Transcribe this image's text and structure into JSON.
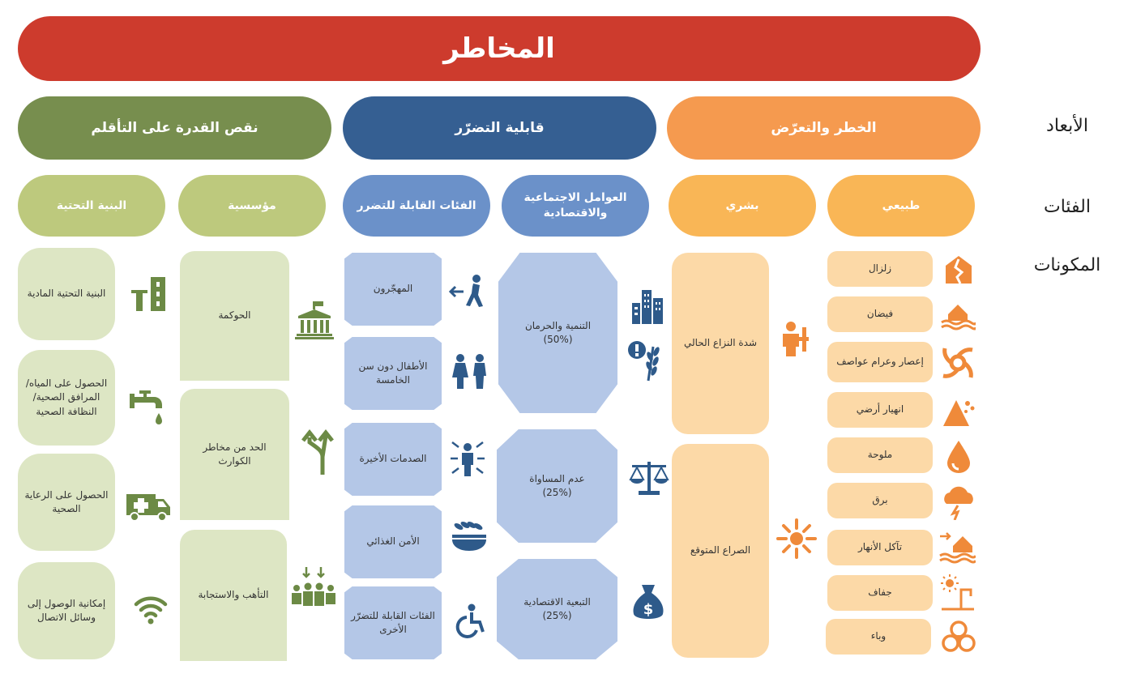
{
  "title": "المخاطر",
  "row_labels": {
    "dimensions": "الأبعاد",
    "categories": "الفئات",
    "components": "المكونات"
  },
  "dimensions": {
    "hazard": "الخطر والتعرّض",
    "vulnerability": "قابلية التضرّر",
    "coping": "نقص القدرة على التأقلم"
  },
  "categories": {
    "natural": "طبيعي",
    "human": "بشري",
    "socio": "العوامل الاجتماعية والاقتصادية",
    "vulnerable": "الفئات القابلة للتضرر",
    "institutional": "مؤسسية",
    "infrastructure": "البنية التحتية"
  },
  "natural_items": [
    "زلزال",
    "فيضان",
    "إعصار وعرام عواصف",
    "انهيار أرضي",
    "ملوحة",
    "برق",
    "تآكل الأنهار",
    "جفاف",
    "وباء"
  ],
  "human_items": [
    "شدة النزاع الحالي",
    "الصراع المتوقع"
  ],
  "socio_items": [
    {
      "label": "التنمية والحرمان",
      "value": "(50%)"
    },
    {
      "label": "عدم المساواة",
      "value": "(25%)"
    },
    {
      "label": "التبعية الاقتصادية",
      "value": "(25%)"
    }
  ],
  "vulnerable_items": [
    "المهجّرون",
    "الأطفال دون سن الخامسة",
    "الصدمات الأخيرة",
    "الأمن الغذائي",
    "الفئات القابلة للتضرّر الأخرى"
  ],
  "institutional_items": [
    "الحوكمة",
    "الحد من مخاطر الكوارث",
    "التأهب والاستجابة"
  ],
  "infrastructure_items": [
    "البنية التحتية المادية",
    "الحصول على المياه/المرافق الصحية/النظافة الصحية",
    "الحصول على الرعاية الصحية",
    "إمكانية الوصول إلى وسائل الاتصال"
  ],
  "colors": {
    "title": "#cd3b2d",
    "hazard": "#f59a4f",
    "vulnerability": "#355f92",
    "coping": "#778e4e",
    "natural": "#f9b656",
    "human": "#f9b656",
    "socio": "#6b91c9",
    "vulnerable": "#6b91c9",
    "institutional": "#bdc97d",
    "infrastructure": "#bdc97d",
    "icon_orange": "#ef8a3a",
    "icon_blue": "#2e5a8a",
    "icon_green": "#6c8a45"
  },
  "icons": {
    "natural": [
      "earthquake-icon",
      "flood-icon",
      "cyclone-icon",
      "landslide-icon",
      "salinity-drop-icon",
      "lightning-icon",
      "river-erosion-icon",
      "drought-icon",
      "biohazard-icon"
    ],
    "human": [
      "armed-person-icon",
      "explosion-icon"
    ],
    "socio": [
      "city-buildings-icon",
      "food-warning-icon",
      "scales-icon",
      "money-bag-icon"
    ],
    "vulnerable": [
      "displaced-person-icon",
      "children-icon",
      "shock-person-icon",
      "food-bowl-icon",
      "wheelchair-icon"
    ],
    "institutional": [
      "government-building-icon",
      "road-split-icon",
      "people-arrows-icon"
    ],
    "infrastructure": [
      "infrastructure-icon",
      "water-tap-icon",
      "ambulance-icon",
      "wifi-icon"
    ]
  }
}
